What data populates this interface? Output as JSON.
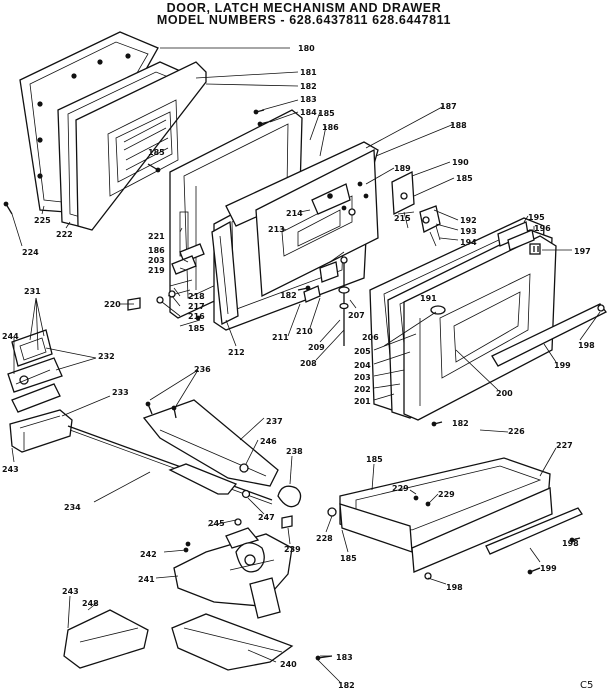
{
  "title_line_1": "DOOR, LATCH MECHANISM AND DRAWER",
  "title_line_2": "MODEL NUMBERS - 628.6437811 628.6447811",
  "corner_code": "C5",
  "callouts": {
    "n180": "180",
    "n181": "181",
    "n182a": "182",
    "n183a": "183",
    "n184": "184",
    "n185a": "185",
    "n185b": "185",
    "n185c": "185",
    "n185d": "185",
    "n185e": "185",
    "n185f": "185",
    "n186a": "186",
    "n186b": "186",
    "n187": "187",
    "n188": "188",
    "n189": "189",
    "n190": "190",
    "n191": "191",
    "n192": "192",
    "n193": "193",
    "n194": "194",
    "n195": "195",
    "n196": "196",
    "n197": "197",
    "n198a": "198",
    "n198b": "198",
    "n198c": "198",
    "n199a": "199",
    "n199b": "199",
    "n200": "200",
    "n201": "201",
    "n202": "202",
    "n203a": "203",
    "n203b": "203",
    "n204": "204",
    "n205": "205",
    "n206": "206",
    "n207": "207",
    "n208": "208",
    "n209": "209",
    "n210": "210",
    "n211": "211",
    "n212": "212",
    "n213": "213",
    "n214": "214",
    "n215": "215",
    "n216": "216",
    "n217": "217",
    "n218": "218",
    "n219": "219",
    "n220": "220",
    "n221": "221",
    "n222": "222",
    "n224": "224",
    "n225": "225",
    "n226": "226",
    "n227": "227",
    "n228": "228",
    "n229a": "229",
    "n229b": "229",
    "n231": "231",
    "n232": "232",
    "n233": "233",
    "n234": "234",
    "n236": "236",
    "n237": "237",
    "n238": "238",
    "n239": "239",
    "n240": "240",
    "n241": "241",
    "n242": "242",
    "n243a": "243",
    "n243b": "243",
    "n244": "244",
    "n245": "245",
    "n246": "246",
    "n247": "247",
    "n248": "248",
    "n182b": "182",
    "n182c": "182",
    "n182d": "182",
    "n183b": "183"
  }
}
